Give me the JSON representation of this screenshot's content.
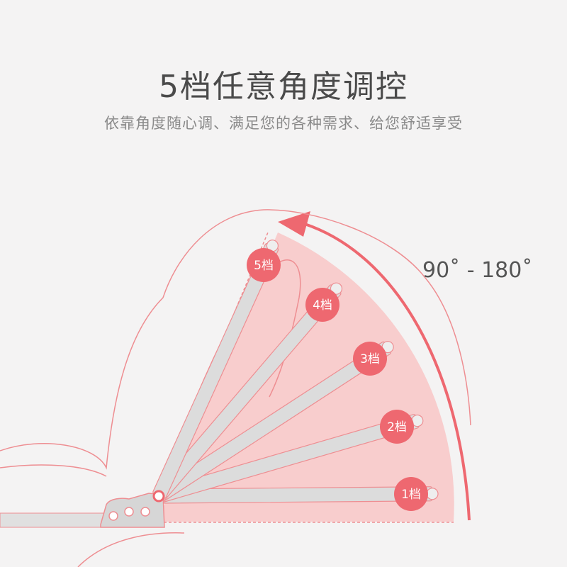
{
  "title": "5档任意角度调控",
  "subtitle": "依靠角度随心调、满足您的各种需求、给您舒适享受",
  "angle_range": "90˚ - 180˚",
  "colors": {
    "accent": "#ee6870",
    "sector_fill": "#f8c9c9",
    "bar_fill": "#dcdcdc",
    "outline": "#ee8e92",
    "text_dark": "#4a4a4a",
    "text_gray": "#8a8a8a"
  },
  "gears": [
    {
      "label": "1档"
    },
    {
      "label": "2档"
    },
    {
      "label": "3档"
    },
    {
      "label": "4档"
    },
    {
      "label": "5档"
    }
  ]
}
